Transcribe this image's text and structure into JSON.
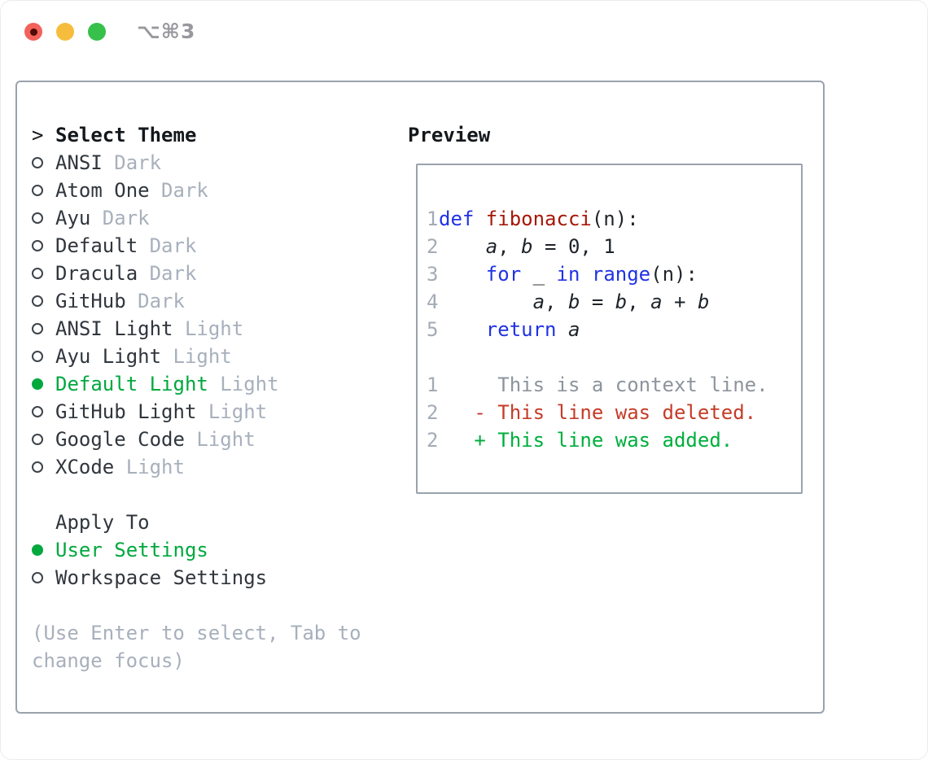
{
  "titlebar": {
    "shortcut": "⌥⌘3"
  },
  "left": {
    "header": {
      "prefix": ">",
      "label": "Select Theme"
    },
    "themes": [
      {
        "name": "ANSI",
        "tag": "Dark",
        "selected": false
      },
      {
        "name": "Atom One",
        "tag": "Dark",
        "selected": false
      },
      {
        "name": "Ayu",
        "tag": "Dark",
        "selected": false
      },
      {
        "name": "Default",
        "tag": "Dark",
        "selected": false
      },
      {
        "name": "Dracula",
        "tag": "Dark",
        "selected": false
      },
      {
        "name": "GitHub",
        "tag": "Dark",
        "selected": false
      },
      {
        "name": "ANSI Light",
        "tag": "Light",
        "selected": false
      },
      {
        "name": "Ayu Light",
        "tag": "Light",
        "selected": false
      },
      {
        "name": "Default Light",
        "tag": "Light",
        "selected": true
      },
      {
        "name": "GitHub Light",
        "tag": "Light",
        "selected": false
      },
      {
        "name": "Google Code",
        "tag": "Light",
        "selected": false
      },
      {
        "name": "XCode",
        "tag": "Light",
        "selected": false
      }
    ],
    "apply_to": {
      "label": "Apply To",
      "options": [
        {
          "name": "User Settings",
          "selected": true
        },
        {
          "name": "Workspace Settings",
          "selected": false
        }
      ]
    },
    "help_lines": [
      "(Use Enter to select, Tab to",
      "change focus)"
    ]
  },
  "preview": {
    "heading": "Preview",
    "code_lines": [
      {
        "num": "1",
        "tokens": [
          {
            "t": "def ",
            "c": "kw"
          },
          {
            "t": "fibonacci",
            "c": "fn"
          },
          {
            "t": "(n):",
            "c": "plain"
          }
        ]
      },
      {
        "num": "2",
        "tokens": [
          {
            "t": "    ",
            "c": "plain"
          },
          {
            "t": "a",
            "c": "var"
          },
          {
            "t": ", ",
            "c": "plain"
          },
          {
            "t": "b",
            "c": "var"
          },
          {
            "t": " = 0, 1",
            "c": "plain"
          }
        ]
      },
      {
        "num": "3",
        "tokens": [
          {
            "t": "    ",
            "c": "plain"
          },
          {
            "t": "for",
            "c": "kw"
          },
          {
            "t": " _ ",
            "c": "plain"
          },
          {
            "t": "in",
            "c": "kw"
          },
          {
            "t": " ",
            "c": "plain"
          },
          {
            "t": "range",
            "c": "kw"
          },
          {
            "t": "(n):",
            "c": "plain"
          }
        ]
      },
      {
        "num": "4",
        "tokens": [
          {
            "t": "        ",
            "c": "plain"
          },
          {
            "t": "a",
            "c": "var"
          },
          {
            "t": ", ",
            "c": "plain"
          },
          {
            "t": "b",
            "c": "var"
          },
          {
            "t": " = ",
            "c": "plain"
          },
          {
            "t": "b",
            "c": "var"
          },
          {
            "t": ", ",
            "c": "plain"
          },
          {
            "t": "a",
            "c": "var"
          },
          {
            "t": " + ",
            "c": "plain"
          },
          {
            "t": "b",
            "c": "var"
          }
        ]
      },
      {
        "num": "5",
        "tokens": [
          {
            "t": "    ",
            "c": "plain"
          },
          {
            "t": "return",
            "c": "kw"
          },
          {
            "t": " ",
            "c": "plain"
          },
          {
            "t": "a",
            "c": "var"
          }
        ]
      }
    ],
    "diff_lines": [
      {
        "num": "1",
        "kind": "ctx",
        "text": "     This is a context line."
      },
      {
        "num": "2",
        "kind": "del",
        "text": "   - This line was deleted."
      },
      {
        "num": "2",
        "kind": "add",
        "text": "   + This line was added."
      }
    ]
  },
  "colors": {
    "green": "#00a83e",
    "muted": "#a7b0bc",
    "text": "#30363d",
    "border": "#9aa2ad",
    "radio": "#3d434b",
    "linenum": "#a3abb6",
    "code": "#1f242a",
    "keyword": "#2132e4",
    "func": "#a51808",
    "ctx": "#8d949d",
    "del": "#c53b27",
    "add": "#00ae3c",
    "dot-red": "#f2625b",
    "dot-red-core": "#4f0b06",
    "dot-yellow": "#f6bd3d",
    "dot-green": "#37c04a",
    "shortcut": "#98989e"
  }
}
